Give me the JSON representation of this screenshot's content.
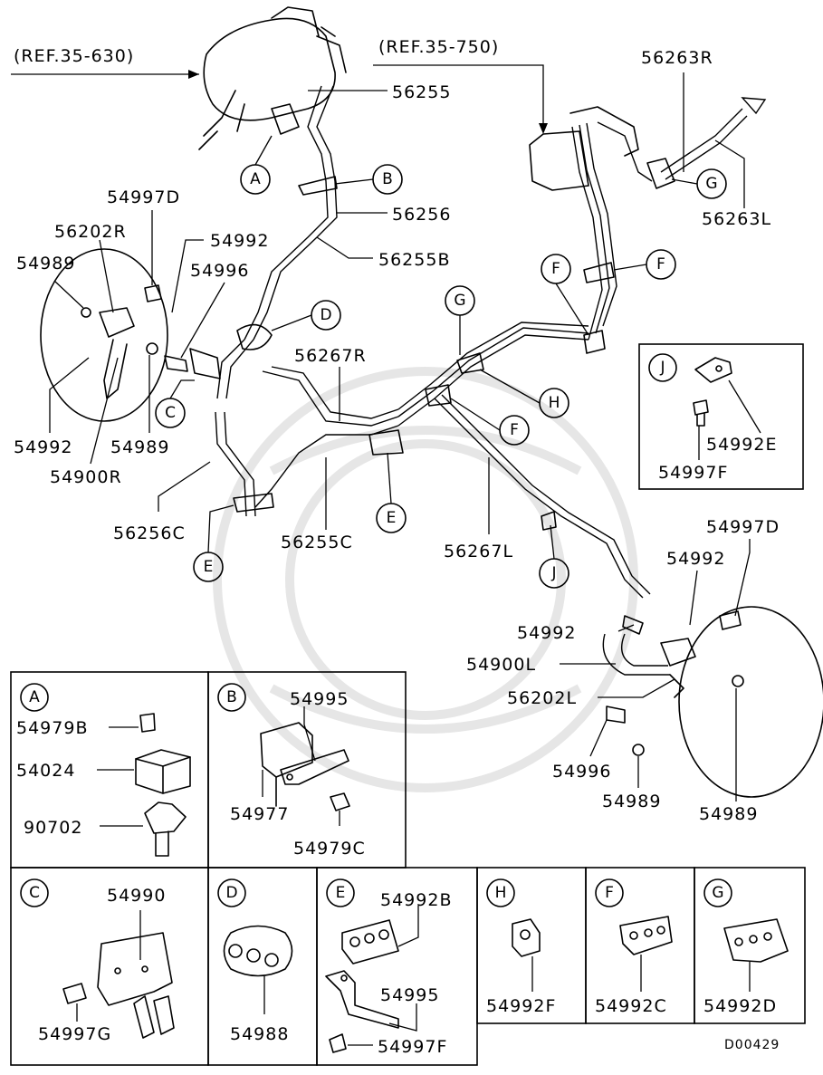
{
  "diagram": {
    "ref_labels": [
      "(REF.35-630)",
      "(REF.35-750)"
    ],
    "part_labels": [
      "56255",
      "56256",
      "56255B",
      "56263R",
      "56263L",
      "54997D",
      "56202R",
      "54992",
      "54989",
      "54996",
      "54992",
      "54989",
      "54900R",
      "56267R",
      "56256C",
      "56255C",
      "56267L",
      "54997D",
      "54992",
      "54992",
      "54900L",
      "56202L",
      "54996",
      "54989",
      "54989"
    ],
    "callouts": [
      "A",
      "B",
      "C",
      "D",
      "E",
      "E",
      "F",
      "F",
      "F",
      "G",
      "G",
      "H",
      "J"
    ],
    "detail_j": {
      "letter": "J",
      "parts": [
        "54992E",
        "54997F"
      ]
    },
    "detail_a": {
      "letter": "A",
      "parts": [
        "54979B",
        "54024",
        "90702"
      ]
    },
    "detail_b": {
      "letter": "B",
      "parts": [
        "54995",
        "54977",
        "54979C"
      ]
    },
    "detail_c": {
      "letter": "C",
      "parts": [
        "54990",
        "54997G"
      ]
    },
    "detail_d": {
      "letter": "D",
      "parts": [
        "54988"
      ]
    },
    "detail_e": {
      "letter": "E",
      "parts": [
        "54992B",
        "54995",
        "54997F"
      ]
    },
    "detail_h": {
      "letter": "H",
      "parts": [
        "54992F"
      ]
    },
    "detail_f": {
      "letter": "F",
      "parts": [
        "54992C"
      ]
    },
    "detail_g": {
      "letter": "G",
      "parts": [
        "54992D"
      ]
    },
    "diagram_code": "D00429"
  }
}
